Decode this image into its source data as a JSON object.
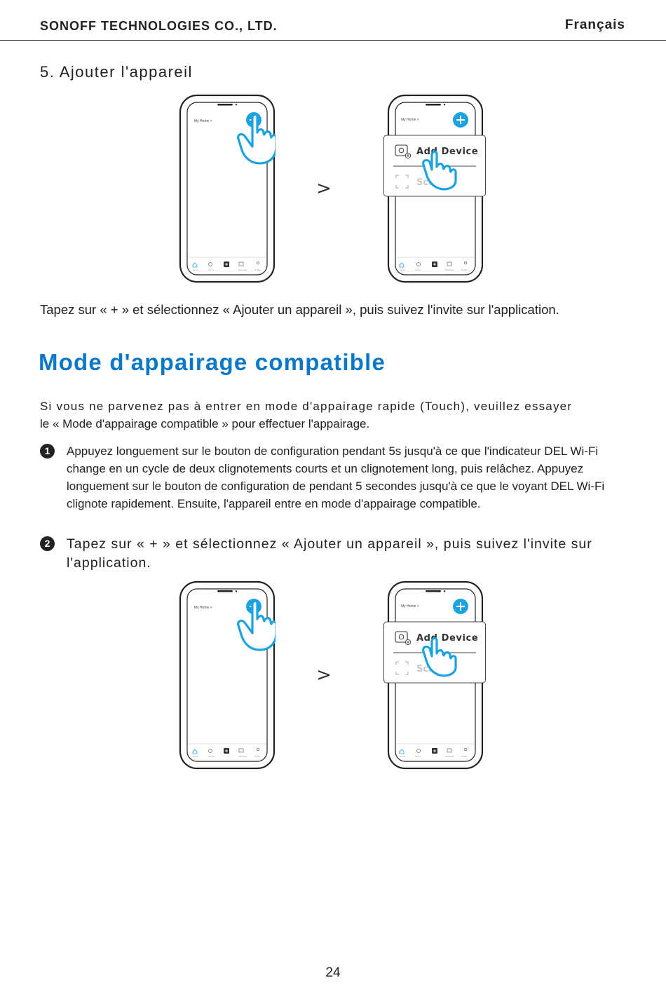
{
  "header": {
    "company": "SONOFF TECHNOLOGIES CO., LTD.",
    "language": "Français"
  },
  "step5": {
    "title": "5. Ajouter l'appareil",
    "caption": "Tapez sur « + » et sélectionnez « Ajouter un appareil », puis suivez l'invite sur l'application."
  },
  "compatible_mode": {
    "title": "Mode d'appairage compatible",
    "intro_line1": "Si vous ne parvenez pas à entrer en mode d'appairage rapide (Touch), veuillez essayer",
    "intro_line2": "le « Mode d'appairage compatible » pour effectuer l'appairage.",
    "steps": [
      {
        "number": "1",
        "text": "Appuyez longuement sur le bouton de configuration pendant 5s jusqu'à ce que l'indicateur DEL Wi-Fi change en un cycle de deux clignotements courts et un clignotement long, puis relâchez. Appuyez longuement sur le bouton de configuration de pendant 5 secondes jusqu'à ce que le voyant DEL Wi-Fi clignote rapidement. Ensuite, l'appareil entre en mode d'appairage compatible."
      },
      {
        "number": "2",
        "text": "Tapez sur « + » et sélectionnez « Ajouter un appareil », puis suivez l'invite sur l'application."
      }
    ]
  },
  "app_ui": {
    "home_label": "My Home >",
    "menu_add_device": "Add Device",
    "menu_scan": "Scan",
    "tabs": [
      "Home",
      "Scene",
      "Message",
      "Profile"
    ],
    "arrow": ">"
  },
  "colors": {
    "accent_blue": "#0a78c9",
    "plus_blue": "#1aa3e0"
  },
  "page_number": "24"
}
